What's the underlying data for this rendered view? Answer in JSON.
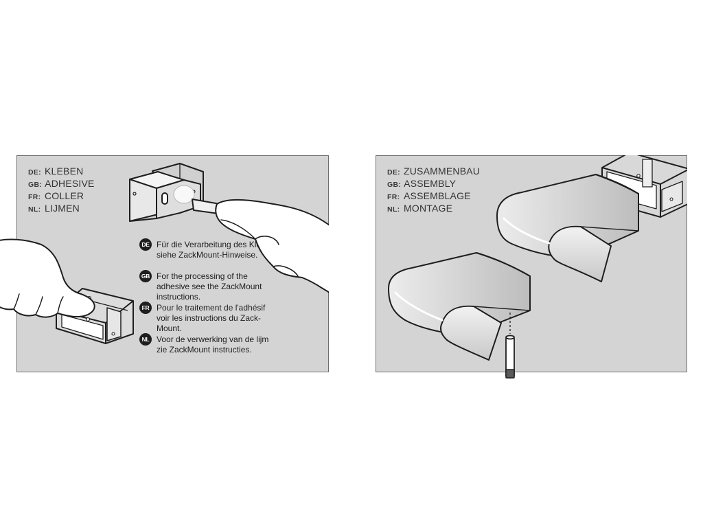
{
  "left_panel": {
    "step_labels": [
      {
        "code": "DE:",
        "text": "KLEBEN"
      },
      {
        "code": "GB:",
        "text": "ADHESIVE"
      },
      {
        "code": "FR:",
        "text": "COLLER"
      },
      {
        "code": "NL:",
        "text": "LIJMEN"
      }
    ],
    "instructions": [
      {
        "badge": "DE",
        "text": "Für die Verarbeitung des Klebers siehe ZackMount-Hinweise."
      },
      {
        "badge": "GB",
        "text": "For the processing of the adhesive see the ZackMount instructions."
      },
      {
        "badge": "FR",
        "text": "Pour le traitement de l'adhésif voir les instructions du Zack-Mount."
      },
      {
        "badge": "NL",
        "text": "Voor de verwerking van de lijm zie ZackMount instructies."
      }
    ]
  },
  "right_panel": {
    "step_labels": [
      {
        "code": "DE:",
        "text": "ZUSAMMENBAU"
      },
      {
        "code": "GB:",
        "text": "ASSEMBLY"
      },
      {
        "code": "FR:",
        "text": "ASSEMBLAGE"
      },
      {
        "code": "NL:",
        "text": "MONTAGE"
      }
    ]
  },
  "colors": {
    "panel_background": "#d4d4d4",
    "panel_border": "#6f6f6f",
    "badge_fill": "#1e1e1e",
    "badge_text": "#ffffff",
    "line_art": "#1e1e1e",
    "hand_fill": "#ffffff"
  },
  "icons": [
    "connector-block-illustration",
    "hand-illustration",
    "profile-illustration",
    "screw-illustration"
  ]
}
